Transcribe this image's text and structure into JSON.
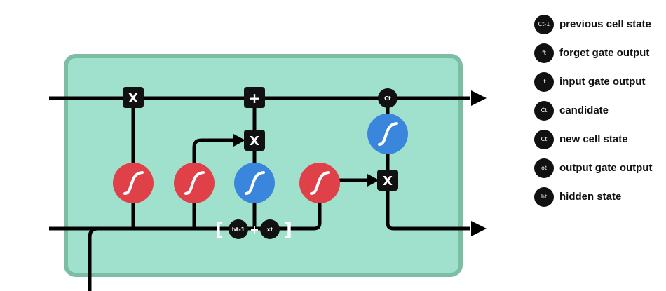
{
  "colors": {
    "cell_fill": "#9fe1cc",
    "cell_border": "#7cbea3",
    "sigmoid": "#e04149",
    "tanh": "#3a86dc",
    "line": "#000000",
    "badge": "#111111"
  },
  "ops": {
    "forget_multiply": "X",
    "input_multiply": "X",
    "cell_add": "+",
    "output_multiply": "X"
  },
  "nodes": {
    "cell_state_out": "Ct",
    "concat_h": "ht-1",
    "concat_x": "xt",
    "concat_plus": "+",
    "bracket_open": "[",
    "bracket_close": "]"
  },
  "gates": [
    {
      "id": "forget-gate-sigmoid",
      "kind": "sigmoid"
    },
    {
      "id": "input-gate-sigmoid",
      "kind": "sigmoid"
    },
    {
      "id": "candidate-tanh",
      "kind": "tanh"
    },
    {
      "id": "output-gate-sigmoid",
      "kind": "sigmoid"
    },
    {
      "id": "cell-state-tanh",
      "kind": "tanh"
    }
  ],
  "legend": [
    {
      "icon": "Ct-1",
      "label": "previous cell state"
    },
    {
      "icon": "ft",
      "label": "forget gate output"
    },
    {
      "icon": "it",
      "label": "input gate output"
    },
    {
      "icon": "Ĉt",
      "label": "candidate"
    },
    {
      "icon": "Ct",
      "label": "new cell state"
    },
    {
      "icon": "ot",
      "label": "output gate output"
    },
    {
      "icon": "ht",
      "label": "hidden state"
    }
  ]
}
